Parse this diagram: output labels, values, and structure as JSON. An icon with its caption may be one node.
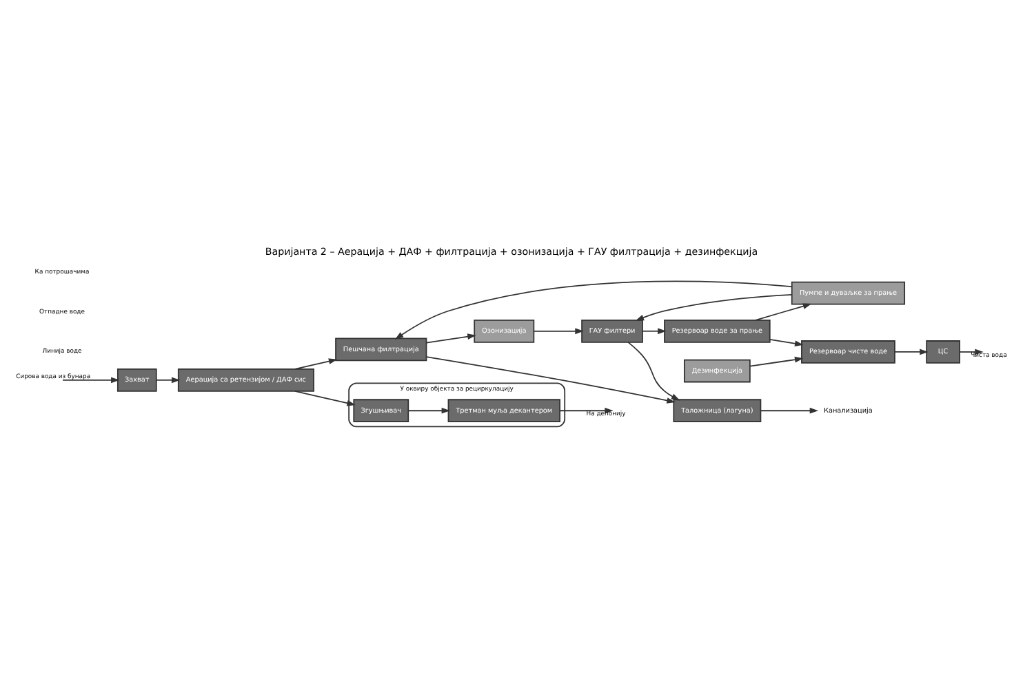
{
  "diagram": {
    "title": "Варијанта 2 – Аерација + ДАФ + филтрација + озонизација + ГАУ филтрација + дезинфекција",
    "nodes": [
      {
        "text": [
          "Захват"
        ]
      },
      {
        "text": [
          "Аерација са ретензијом / ДАФ сис"
        ]
      },
      {
        "text": [
          "Пешчана филтрација"
        ]
      },
      {
        "text": [
          "Озонизација"
        ]
      },
      {
        "text": [
          "ГАУ филтери"
        ]
      },
      {
        "text": [
          "Резервоар воде за прање"
        ]
      },
      {
        "text": [
          "Пумпе и дуваљке за прање"
        ]
      },
      {
        "text": [
          "У оквиру објекта за рециркулацију"
        ]
      },
      {
        "text": [
          "Згушњивач"
        ],
        "in": 7
      },
      {
        "text": [
          "Третман муља декантером"
        ],
        "in": 7
      },
      {
        "text": [
          "Таложница (лагуна)"
        ]
      },
      {
        "text": [
          "Канализација"
        ]
      },
      {
        "text": [
          "Дезинфекција"
        ]
      },
      {
        "text": [
          "Резервоар чисте воде"
        ]
      },
      {
        "text": [
          "ЦС"
        ]
      }
    ],
    "edges": [
      {
        "from": null,
        "to": 0,
        "arrow": "to",
        "label": "Сирова вода из бунара"
      },
      {
        "from": 0,
        "to": 1,
        "arrow": "to"
      },
      {
        "from": 1,
        "to": 2,
        "arrow": "to"
      },
      {
        "from": 2,
        "to": 3,
        "arrow": "to"
      },
      {
        "from": 3,
        "to": 4,
        "arrow": "to"
      },
      {
        "from": 4,
        "to": 5,
        "arrow": "to"
      },
      {
        "from": 5,
        "to": 6,
        "arrow": "to"
      },
      {
        "from": 6,
        "to": 4,
        "arrow": "to"
      },
      {
        "from": 6,
        "to": 2,
        "arrow": "to"
      },
      {
        "from": 1,
        "to": 8,
        "arrow": "to"
      },
      {
        "from": 8,
        "to": 9,
        "arrow": "to"
      },
      {
        "from": 9,
        "to": null,
        "arrow": "to",
        "label": "На депонију"
      },
      {
        "from": 2,
        "to": 10,
        "arrow": "to"
      },
      {
        "from": 4,
        "to": 10,
        "arrow": "to"
      },
      {
        "from": 10,
        "to": 11,
        "arrow": "to"
      },
      {
        "from": 5,
        "to": 13,
        "arrow": "to"
      },
      {
        "from": 12,
        "to": 13,
        "arrow": "to"
      },
      {
        "from": 13,
        "to": 14,
        "arrow": "to"
      },
      {
        "from": 14,
        "to": null,
        "arrow": "to",
        "label": "Чиста вода"
      }
    ],
    "labels": [
      "Линија воде",
      "Отпадне воде",
      "Ка потрошачима"
    ]
  }
}
